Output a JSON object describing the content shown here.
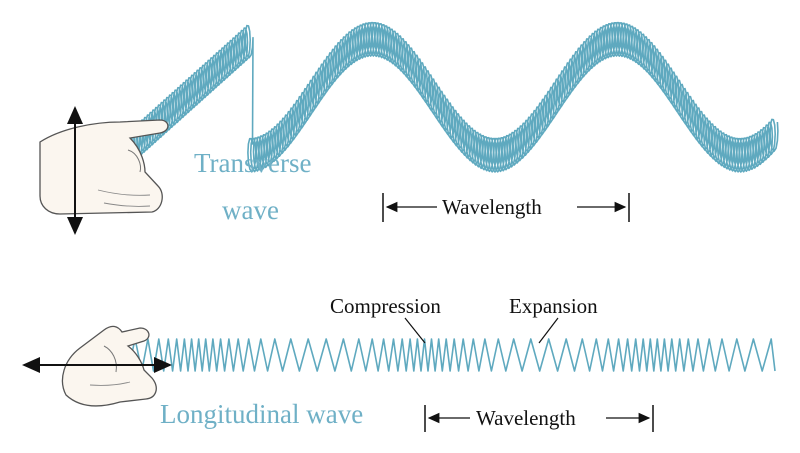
{
  "transverse": {
    "label_line1": "Transverse",
    "label_line2": "wave",
    "wavelength_label": "Wavelength"
  },
  "longitudinal": {
    "label": "Longitudinal wave",
    "compression_label": "Compression",
    "expansion_label": "Expansion",
    "wavelength_label": "Wavelength"
  },
  "colors": {
    "spring": "#5fa9bf",
    "spring_dark": "#3f8ea6",
    "label_blue": "#6fb0c6",
    "hand_fill": "#fbf6ef",
    "hand_stroke": "#555555",
    "arrow": "#111111"
  }
}
